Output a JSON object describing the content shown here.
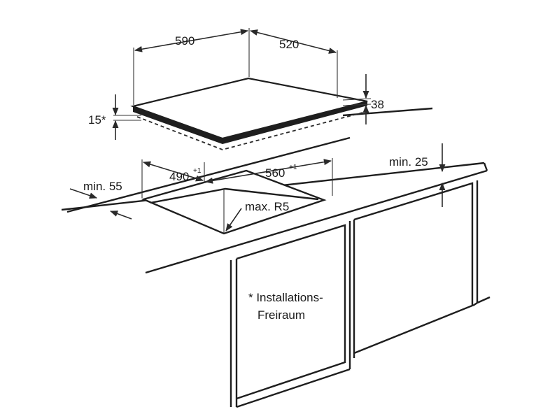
{
  "dimensions": {
    "hob_width": "590",
    "hob_depth": "520",
    "hob_height": "38",
    "clearance_side": "15*",
    "cutout_width": "490",
    "cutout_width_tol": "+1",
    "cutout_depth": "560",
    "cutout_depth_tol": "+1",
    "min_front": "min. 55",
    "min_rear": "min. 25",
    "corner_radius": "max. R5"
  },
  "note": {
    "line1": "* Installations-",
    "line2": "Freiraum"
  },
  "colors": {
    "stroke": "#2a2a2a",
    "hob_top": "#ffffff",
    "hob_side": "#1e1e1e"
  }
}
